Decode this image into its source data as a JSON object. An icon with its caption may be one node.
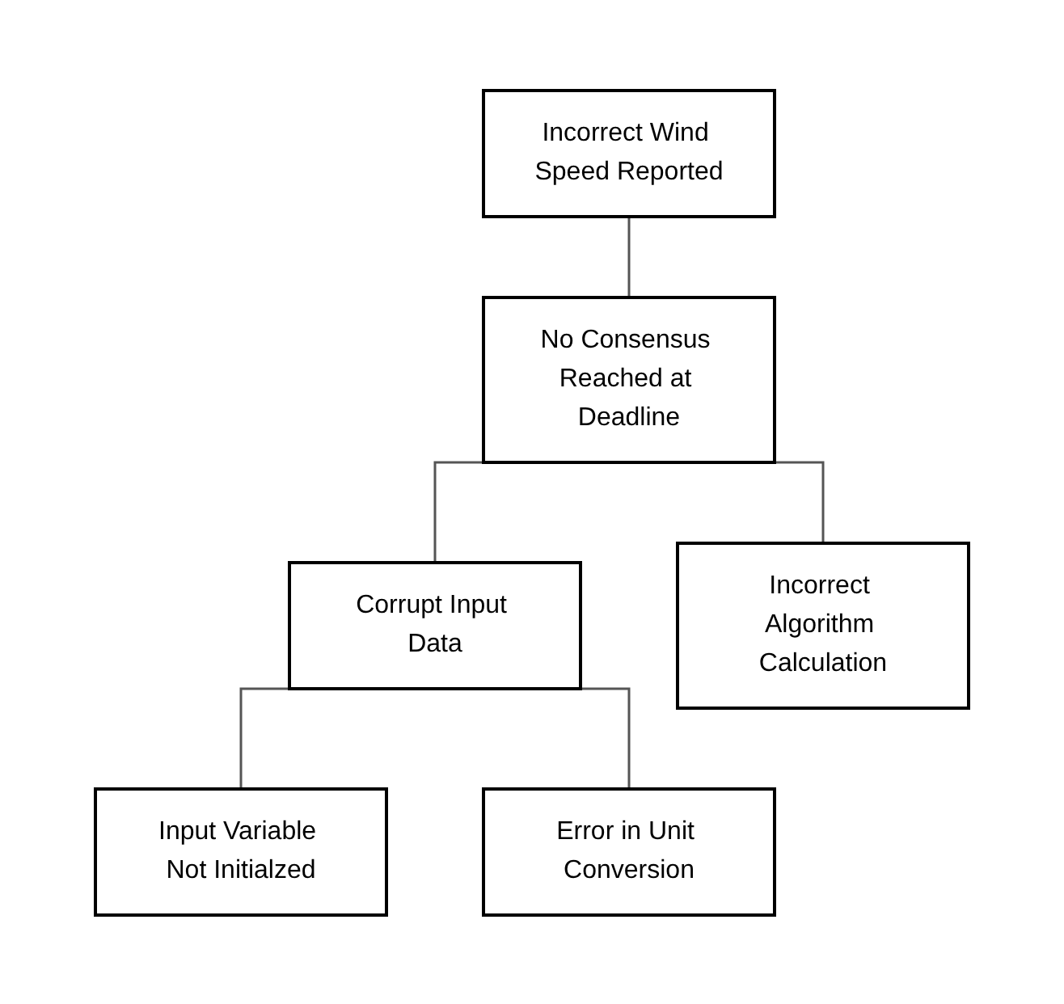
{
  "diagram": {
    "nodes": [
      {
        "text": [
          "Incorrect Wind Speed Reported"
        ]
      },
      {
        "text": [
          "No Consensus Reached at Deadline"
        ]
      },
      {
        "text": [
          "Corrupt Input Data"
        ]
      },
      {
        "text": [
          "Incorrect Algorithm Calculation"
        ]
      },
      {
        "text": [
          "Input Variable Not Initialzed"
        ]
      },
      {
        "text": [
          "Error in Unit Conversion"
        ]
      }
    ],
    "edges": [
      {
        "from": 0,
        "to": 1,
        "arrow": "none"
      },
      {
        "from": 1,
        "to": 2,
        "arrow": "none"
      },
      {
        "from": 1,
        "to": 3,
        "arrow": "none"
      },
      {
        "from": 2,
        "to": 4,
        "arrow": "none"
      },
      {
        "from": 2,
        "to": 5,
        "arrow": "none"
      }
    ]
  }
}
